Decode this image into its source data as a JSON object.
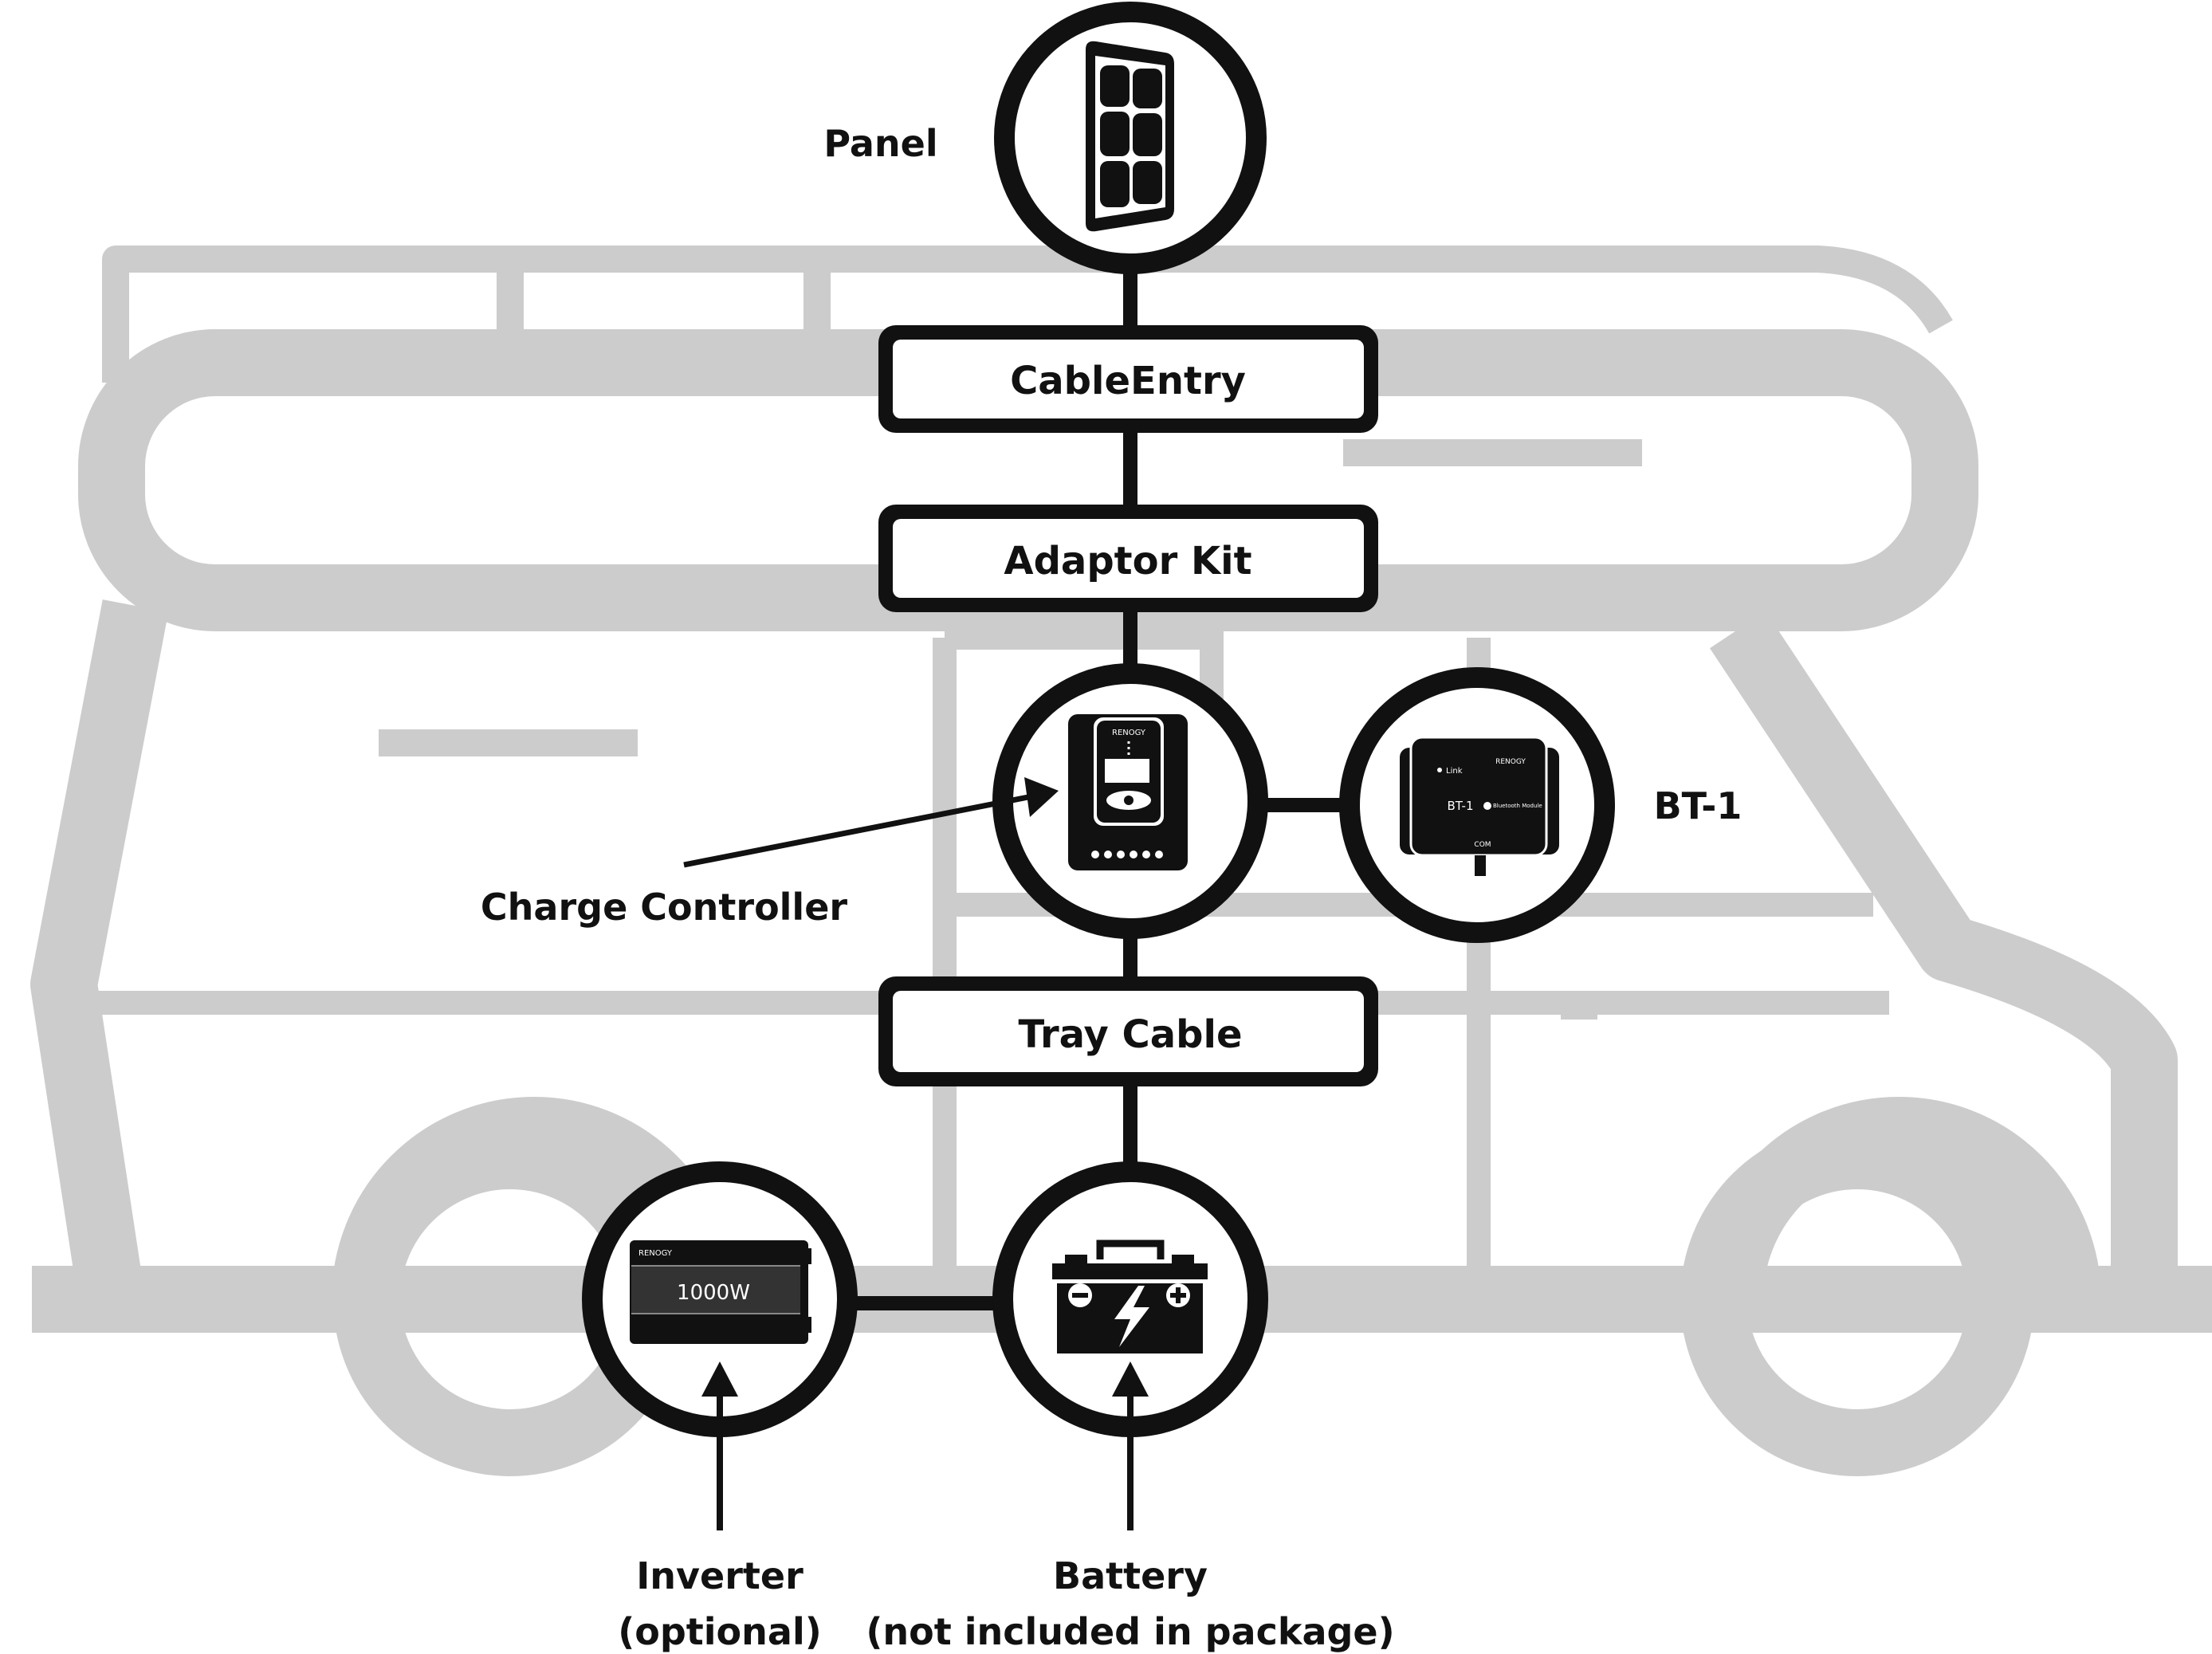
{
  "diagram": {
    "nodes": {
      "panel": {
        "label": "Panel"
      },
      "cable_entry": {
        "label": "CableEntry"
      },
      "adaptor_kit": {
        "label": "Adaptor Kit"
      },
      "charge_controller": {
        "label": "Charge Controller",
        "brand": "RENOGY"
      },
      "bt1": {
        "label": "BT-1",
        "brand": "RENOGY",
        "device_text": "BT-1",
        "link_text": "Link",
        "bluetooth_text": "Bluetooth Module",
        "com_text": "COM"
      },
      "tray_cable": {
        "label": "Tray Cable"
      },
      "inverter": {
        "label_line1": "Inverter",
        "label_line2": "(optional)",
        "brand": "RENOGY",
        "rating": "1000W"
      },
      "battery": {
        "label_line1": "Battery",
        "label_line2": "(not included in package)"
      }
    },
    "edges": [
      {
        "from": "panel",
        "to": "cable_entry"
      },
      {
        "from": "cable_entry",
        "to": "adaptor_kit"
      },
      {
        "from": "adaptor_kit",
        "to": "charge_controller"
      },
      {
        "from": "charge_controller",
        "to": "bt1"
      },
      {
        "from": "charge_controller",
        "to": "tray_cable"
      },
      {
        "from": "tray_cable",
        "to": "battery"
      },
      {
        "from": "battery",
        "to": "inverter"
      }
    ],
    "colors": {
      "ink": "#111111",
      "vehicle": "#cccccc",
      "background": "#ffffff"
    }
  }
}
